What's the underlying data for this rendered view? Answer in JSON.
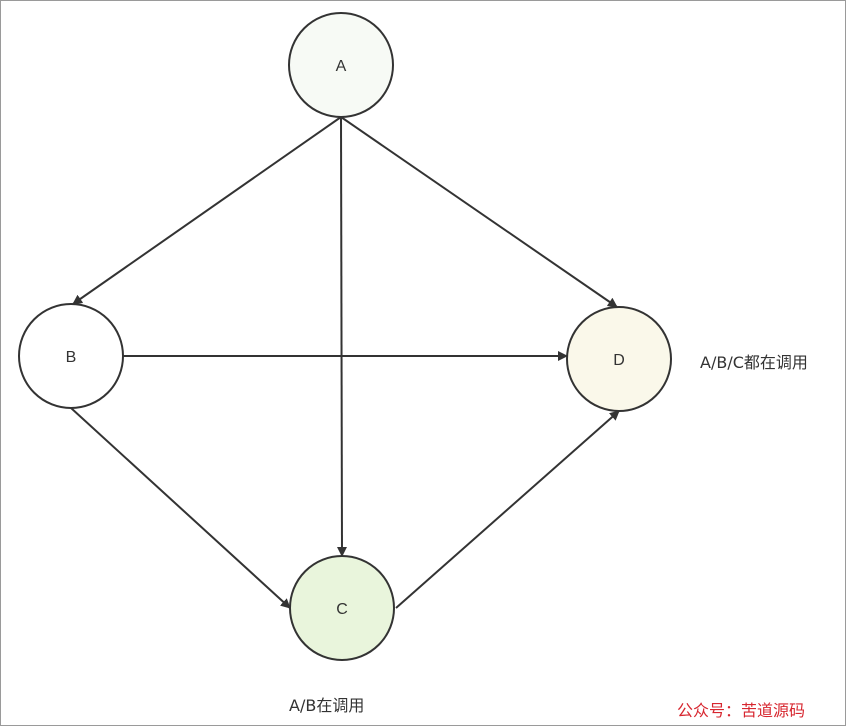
{
  "nodes": [
    {
      "id": "A",
      "label": "A",
      "fill": "#f7faf5"
    },
    {
      "id": "B",
      "label": "B",
      "fill": "#ffffff"
    },
    {
      "id": "C",
      "label": "C",
      "fill": "#e9f5dc"
    },
    {
      "id": "D",
      "label": "D",
      "fill": "#faf8ea"
    }
  ],
  "edges": [
    {
      "from": "A",
      "to": "B"
    },
    {
      "from": "A",
      "to": "C"
    },
    {
      "from": "A",
      "to": "D"
    },
    {
      "from": "B",
      "to": "D"
    },
    {
      "from": "B",
      "to": "C"
    },
    {
      "from": "C",
      "to": "D"
    }
  ],
  "annotations": {
    "d_note": "A/B/C都在调用",
    "c_note": "A/B在调用"
  },
  "watermark": "公众号：苦道源码",
  "colors": {
    "stroke": "#333333",
    "watermark": "#d7262f",
    "border": "#9a9a9a"
  }
}
